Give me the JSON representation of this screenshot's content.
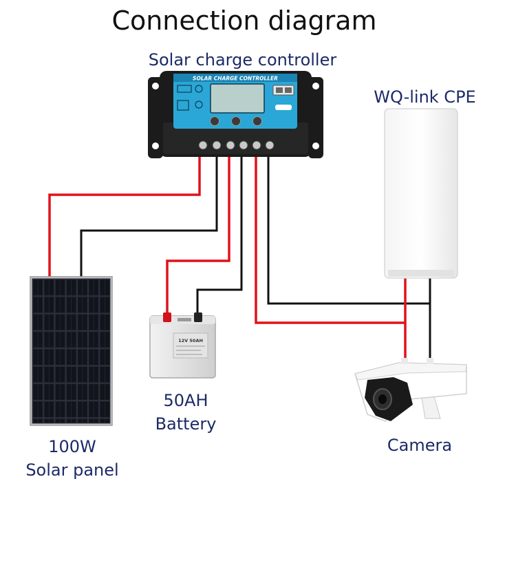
{
  "title": "Connection diagram",
  "controller": {
    "label": "Solar charge controller",
    "panel_text": "SOLAR CHARGE CONTROLLER"
  },
  "cpe": {
    "label": "WQ-link CPE"
  },
  "battery": {
    "label_line1": "50AH",
    "label_line2": "Battery",
    "sticker_text": "12V 50AH"
  },
  "panel": {
    "label_line1": "100W",
    "label_line2": "Solar panel"
  },
  "camera": {
    "label": "Camera"
  },
  "colors": {
    "positive_wire": "#e0121a",
    "negative_wire": "#111111",
    "label_text": "#1c2a66",
    "controller_screen": "#2aa7d6",
    "controller_body": "#1b1b1b"
  }
}
